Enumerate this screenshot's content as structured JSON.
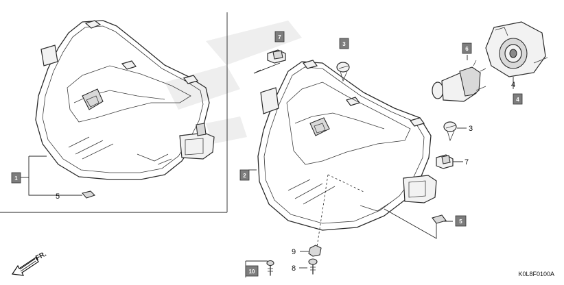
{
  "diagram": {
    "drawing_code": "K0L8F0100A",
    "direction_label": "FR.",
    "callouts": {
      "c1": "1",
      "c2": "2",
      "c3a": "3",
      "c3b": "3",
      "c4": "4",
      "c5a": "5",
      "c5b": "5",
      "c6": "6",
      "c7a": "7",
      "c7b": "7",
      "c8": "8",
      "c9": "9",
      "c10": "10"
    },
    "colors": {
      "line": "#2a2a2a",
      "tag_fill": "#7d7d7d",
      "tag_text": "#ffffff",
      "background": "#ffffff"
    }
  }
}
